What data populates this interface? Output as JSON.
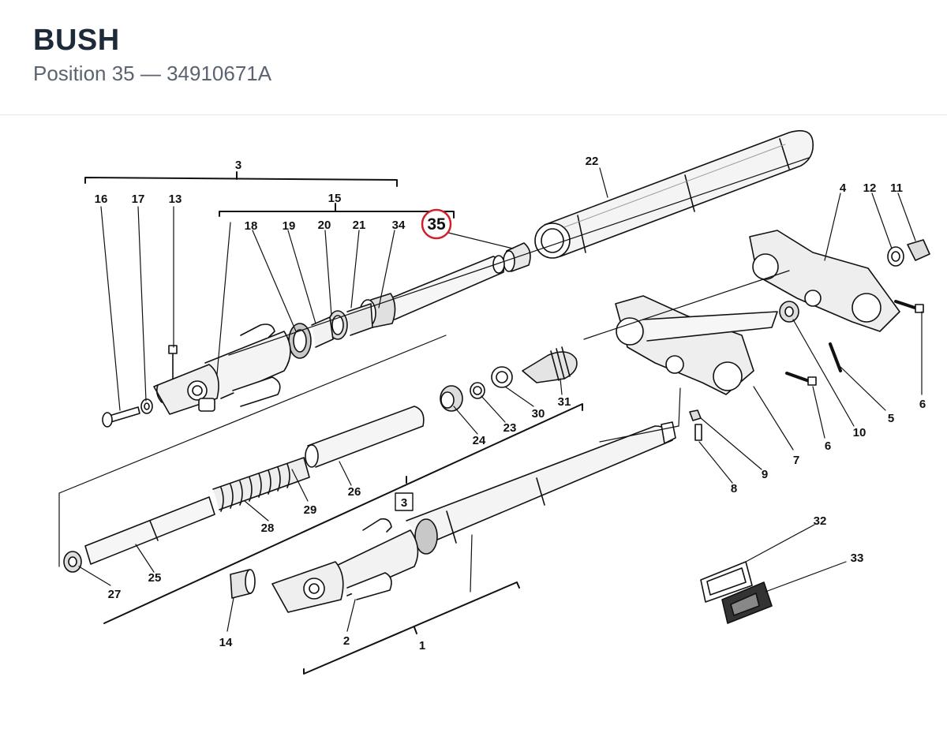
{
  "header": {
    "title": "BUSH",
    "subtitle": "Position 35 — 34910671A"
  },
  "diagram": {
    "highlight_color": "#d0202a",
    "highlighted_label": "35",
    "labels": {
      "n1": "1",
      "n2": "2",
      "n3a": "3",
      "n3b": "3",
      "n4": "4",
      "n5": "5",
      "n6a": "6",
      "n6b": "6",
      "n7": "7",
      "n8": "8",
      "n9": "9",
      "n10": "10",
      "n11": "11",
      "n12": "12",
      "n13": "13",
      "n14": "14",
      "n15": "15",
      "n16": "16",
      "n17": "17",
      "n18": "18",
      "n19": "19",
      "n20": "20",
      "n21": "21",
      "n22": "22",
      "n23": "23",
      "n24": "24",
      "n25": "25",
      "n26": "26",
      "n27": "27",
      "n28": "28",
      "n29": "29",
      "n30": "30",
      "n31": "31",
      "n32": "32",
      "n33": "33",
      "n34": "34"
    }
  }
}
